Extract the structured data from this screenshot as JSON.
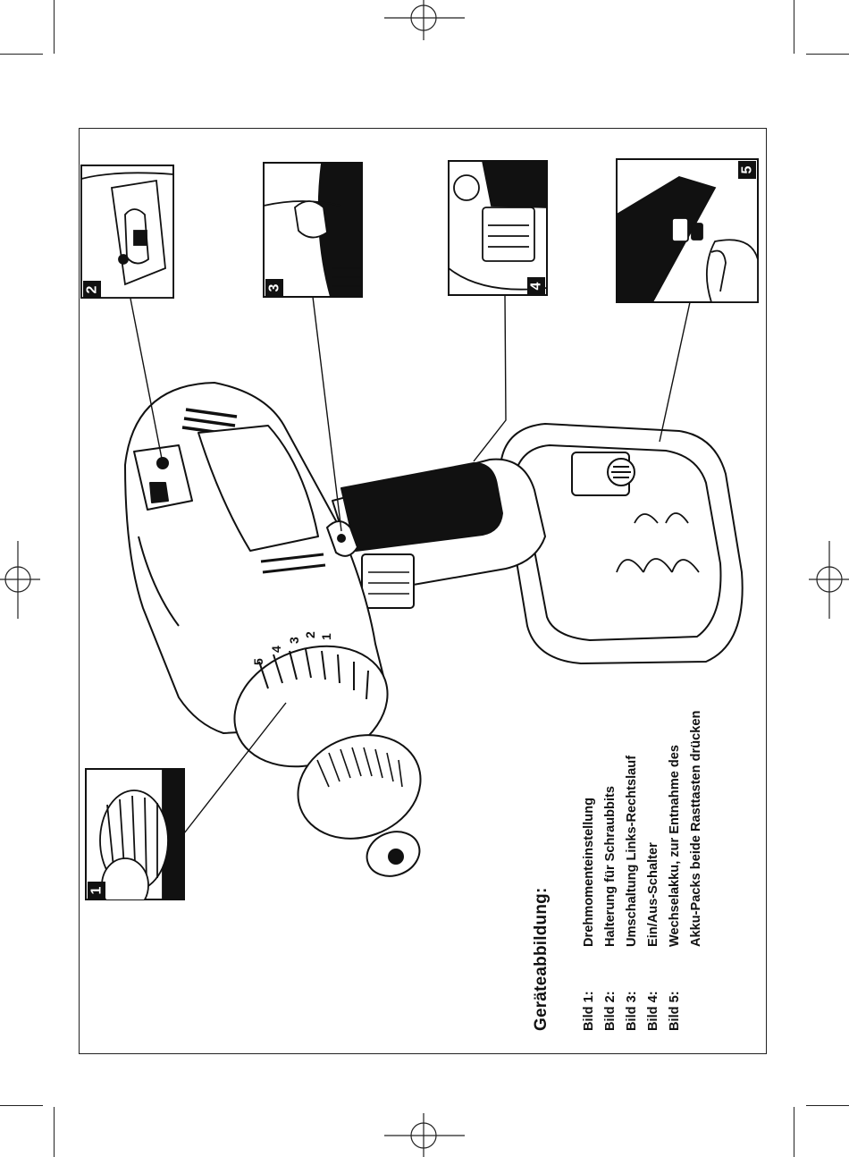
{
  "legend": {
    "title": "Geräteabbildung:",
    "items": [
      {
        "key": "Bild 1:",
        "text": "Drehmomenteinstellung"
      },
      {
        "key": "Bild 2:",
        "text": "Halterung für Schraubbits"
      },
      {
        "key": "Bild 3:",
        "text": "Umschaltung Links-Rechtslauf"
      },
      {
        "key": "Bild 4:",
        "text": "Ein/Aus-Schalter"
      },
      {
        "key": "Bild 5:",
        "text": "Wechselakku, zur Entnahme des",
        "continuation": "Akku-Packs beide Rasttasten drücken"
      }
    ]
  },
  "insets": [
    {
      "number": "1",
      "subject": "torque-collar-detail"
    },
    {
      "number": "2",
      "subject": "bit-holder-detail"
    },
    {
      "number": "3",
      "subject": "direction-switch-detail"
    },
    {
      "number": "4",
      "subject": "trigger-switch-detail"
    },
    {
      "number": "5",
      "subject": "battery-release-detail"
    }
  ],
  "collar_numbers": [
    "1",
    "2",
    "3",
    "4",
    "5"
  ],
  "colors": {
    "ink": "#111111",
    "paper": "#ffffff"
  }
}
